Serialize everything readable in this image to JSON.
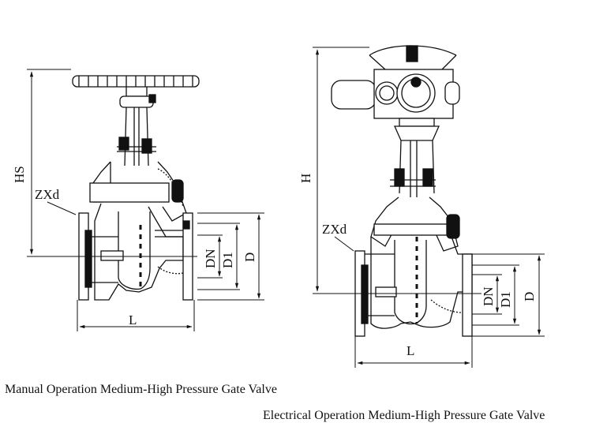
{
  "manual_valve": {
    "label_hs": "HS",
    "label_zxd": "ZXd",
    "label_dn": "DN",
    "label_d1": "D1",
    "label_d": "D",
    "label_l": "L",
    "caption": "Manual Operation Medium-High Pressure Gate Valve"
  },
  "electric_valve": {
    "label_h": "H",
    "label_zxd": "ZXd",
    "label_dn": "DN",
    "label_d1": "D1",
    "label_d": "D",
    "label_l": "L",
    "caption": "Electrical Operation Medium-High Pressure Gate Valve"
  }
}
